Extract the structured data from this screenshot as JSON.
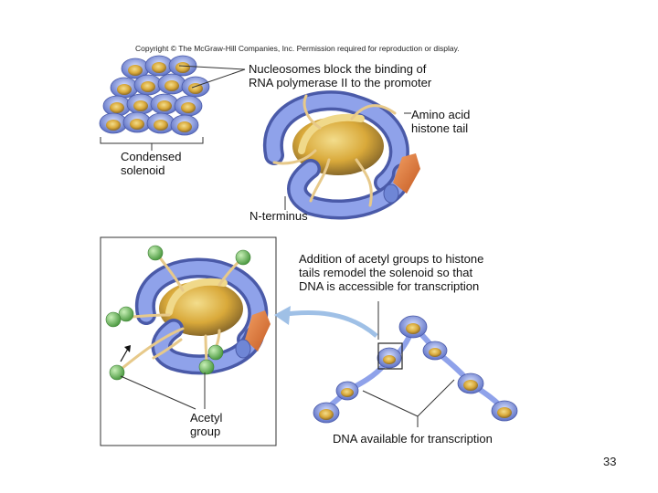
{
  "copyright": "Copyright © The McGraw-Hill Companies, Inc. Permission required for reproduction or display.",
  "labels": {
    "nucleosomes_block": [
      "Nucleosomes block the binding of",
      "RNA polymerase II to the promoter"
    ],
    "amino_acid_tail": [
      "Amino acid",
      "histone tail"
    ],
    "condensed_solenoid": [
      "Condensed",
      "solenoid"
    ],
    "n_terminus": "N-terminus",
    "acetyl_addition": [
      "Addition of acetyl groups to histone",
      "tails remodel the solenoid so that",
      "DNA is accessible for transcription"
    ],
    "acetyl_group": [
      "Acetyl",
      "group"
    ],
    "dna_available": "DNA available for transcription"
  },
  "page_number": "33",
  "colors": {
    "dna_blue": "#6f86d6",
    "histone_yellow": "#e0b84a",
    "tail_tan": "#e7c98a",
    "acetyl_green": "#7cc46a",
    "arrow_blue": "#9fc0e6",
    "orange_end": "#e07a3a"
  }
}
